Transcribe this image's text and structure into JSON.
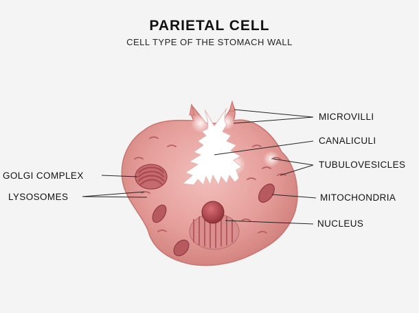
{
  "title": "PARIETAL CELL",
  "subtitle": "CELL TYPE OF THE STOMACH WALL",
  "labels": {
    "microvilli": "MICROVILLI",
    "canaliculi": "CANALICULI",
    "tubulovesicles": "TUBULOVESICLES",
    "mitochondria": "MITOCHONDRIA",
    "nucleus": "NUCLEUS",
    "golgi": "GOLGI COMPLEX",
    "lysosomes": "LYSOSOMES"
  },
  "colors": {
    "background": "#f4f4f4",
    "cell_body": "#e7a3a0",
    "cell_edge": "#c97470",
    "canaliculi": "#ffffff",
    "nucleus": "#a9444a",
    "organelle": "#b9555b",
    "leader_line": "#222222"
  }
}
